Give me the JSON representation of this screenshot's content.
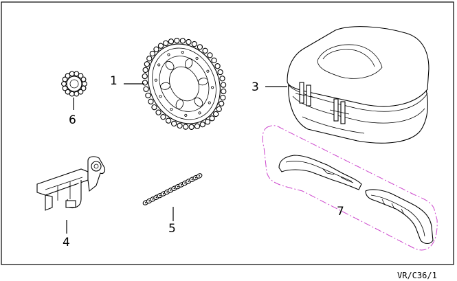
{
  "diagram": {
    "parts": [
      {
        "callout": "1",
        "icon": "rear-sprocket-icon"
      },
      {
        "callout": "3",
        "icon": "top-case-icon"
      },
      {
        "callout": "4",
        "icon": "chain-tool-icon"
      },
      {
        "callout": "5",
        "icon": "drive-chain-icon"
      },
      {
        "callout": "6",
        "icon": "front-sprocket-icon"
      },
      {
        "callout": "7",
        "icon": "mounting-brackets-icon"
      }
    ],
    "reference_code": "VR/C36/1",
    "colors": {
      "line": "#000000",
      "group_outline": "#cc44cc",
      "background": "#ffffff"
    }
  }
}
